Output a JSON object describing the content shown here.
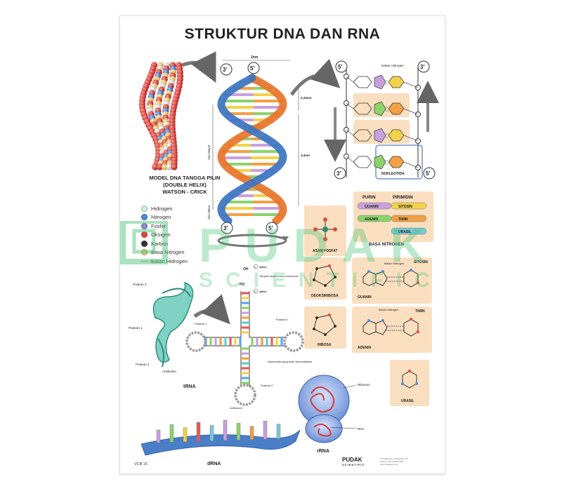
{
  "title": "STRUKTUR DNA DAN RNA",
  "model_caption": [
    "MODEL DNA TANGGA PILIN",
    "(DOUBLE HELIX)",
    "WATSON - CRICK"
  ],
  "legend": [
    {
      "label": "Hidrogen",
      "color": "#d9f0e6"
    },
    {
      "label": "Nitrogen",
      "color": "#4a8fd6"
    },
    {
      "label": "Fosfor",
      "color": "#8a8ad2"
    },
    {
      "label": "Oksigen",
      "color": "#e0483d"
    },
    {
      "label": "Karbon",
      "color": "#333333"
    },
    {
      "label": "Basa Nitrogen",
      "color": "#f3c978"
    },
    {
      "label": "Ikatan Hidrogen",
      "color": "#888888"
    }
  ],
  "helix": {
    "end_top_left": "3'",
    "end_top_right": "5'",
    "end_bottom_left": "3'",
    "end_bottom_right": "5'",
    "width_label": "2nm",
    "step_label": "0,34nm",
    "pitch_label": "3,4nm",
    "major_groove": "Alur Mayor",
    "minor_groove": "Alur Minor"
  },
  "ladder": {
    "end_top_left": "5'",
    "end_top_right": "3'",
    "end_bottom_left": "3'",
    "end_bottom_right": "5'",
    "hbond_label": "Ikatan Hidrogen",
    "nucleotide_label": "NUKLEOTIDA"
  },
  "bases": {
    "purin": "PURIN",
    "pirimidin": "PIRIMIDIN",
    "pairs": [
      {
        "purine": "GUANIN",
        "pyrimidine": "SITOSIN",
        "purine_color": "#c9a0dc",
        "pyrimidine_color": "#f2d24a"
      },
      {
        "purine": "ADENIN",
        "pyrimidine": "TIMIN",
        "purine_color": "#8cd36b",
        "pyrimidine_color": "#f2a044"
      },
      {
        "purine": "",
        "pyrimidine": "URASIL",
        "purine_color": "",
        "pyrimidine_color": "#7ac8d8"
      }
    ],
    "section_label": "BASA NITROGEN"
  },
  "molecules": {
    "phosphate": "ASAM FOSFAT",
    "deoxyribose": "DEOKSIRIBOSA",
    "ribose": "RIBOSA",
    "guanine": "GUANIN",
    "cytosine": "SITOSIN",
    "adenine": "ADENIN",
    "thymine": "TIMIN",
    "uracil": "URASIL",
    "hbond_1": "Ikatan Hidrogen",
    "hbond_2": "Ikatan Hidrogen"
  },
  "trna_3d": {
    "loop3": "Putaran 3",
    "loop1": "Putaran 1",
    "loop2": "Putaran 2",
    "anticodon": "Antikodon"
  },
  "trna": {
    "name": "tRNA",
    "oh": "OH",
    "end_3": "3'",
    "end_5": "5'",
    "akhir_3": "Akhir",
    "akhir_5": "Akhir",
    "po4": "PO",
    "amino_site": "Tempat asam amino menempel",
    "loop1": "Putaran 1",
    "loop2": "Putaran 2",
    "loop2b": "Putaran 2",
    "modified": "Nukleotida yang telah bermodifikasi",
    "anticodon": "Antikodon"
  },
  "drna": {
    "name": "dRNA"
  },
  "rrna": {
    "name": "rRNA",
    "ribosome": "Ribosom",
    "rna": "RNA"
  },
  "code": "VCB 15",
  "brand": "PUDAK",
  "brand_sub": "SCIENTIFIC",
  "footer_lines": [
    "© Pudak Sci. Jl. Bandung, ID",
    "Phone: +62 22 000 0000",
    "www.pudaksci.com"
  ],
  "colors": {
    "helix_orange": "#e8742a",
    "helix_blue": "#3b74c2",
    "watermark": "#3fbf6e",
    "panel_bg": "#f9dfc0"
  }
}
